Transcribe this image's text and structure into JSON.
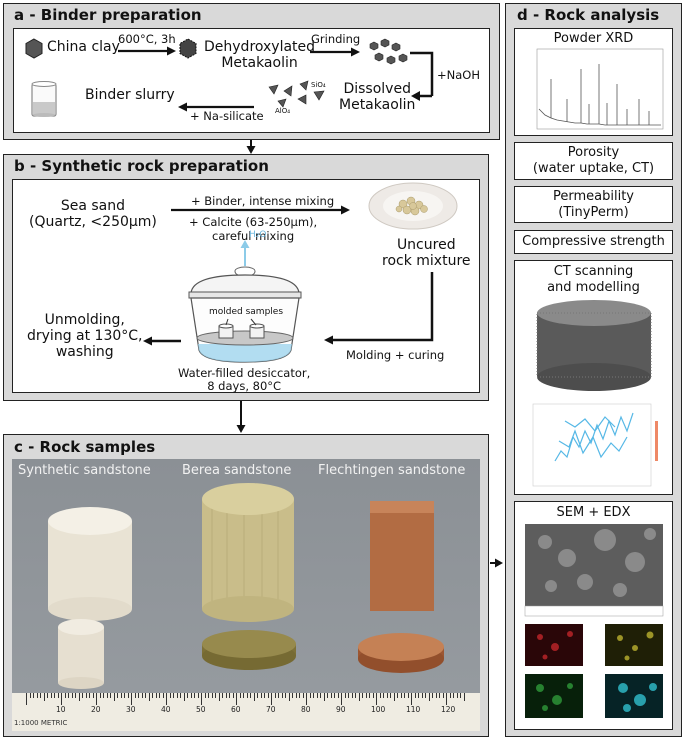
{
  "panel_a": {
    "title": "a - Binder preparation",
    "china_clay": "China clay",
    "heat_condition": "600°C, 3h",
    "dehydroxylated_line1": "Dehydroxylated",
    "dehydroxylated_line2": "Metakaolin",
    "grinding": "Grinding",
    "naoh": "+NaOH",
    "dissolved_line1": "Dissolved",
    "dissolved_line2": "Metakaolin",
    "na_silicate": "+ Na-silicate",
    "binder_slurry": "Binder slurry",
    "sio4": "SiO₄",
    "alo4": "AlO₄"
  },
  "panel_b": {
    "title": "b - Synthetic rock preparation",
    "sea_sand_line1": "Sea sand",
    "sea_sand_line2": "(Quartz, <250μm)",
    "binder_mixing": "+ Binder, intense mixing",
    "calcite_line1": "+ Calcite (63-250μm),",
    "calcite_line2": "careful mixing",
    "uncured_line1": "Uncured",
    "uncured_line2": "rock mixture",
    "h2o": "H₂O",
    "molded_samples": "molded samples",
    "molding_curing": "Molding + curing",
    "unmolding_line1": "Unmolding,",
    "unmolding_line2": "drying at 130°C,",
    "unmolding_line3": "washing",
    "desiccator_line1": "Water-filled desiccator,",
    "desiccator_line2": "8 days, 80°C"
  },
  "panel_c": {
    "title": "c - Rock samples",
    "labels": [
      "Synthetic sandstone",
      "Berea sandstone",
      "Flechtingen sandstone"
    ],
    "ruler_numbers": [
      "10",
      "20",
      "30",
      "40",
      "50",
      "60",
      "70",
      "80",
      "90",
      "100",
      "110",
      "120"
    ],
    "ruler_caption": "1:1000 METRIC"
  },
  "panel_d": {
    "title": "d - Rock analysis",
    "powder_xrd": "Powder XRD",
    "porosity_line1": "Porosity",
    "porosity_line2": "(water uptake, CT)",
    "permeability_line1": "Permeability",
    "permeability_line2": "(TinyPerm)",
    "compressive": "Compressive strength",
    "ct_line1": "CT scanning",
    "ct_line2": "and modelling",
    "sem": "SEM + EDX"
  },
  "colors": {
    "panel_bg": "#d9d9d9",
    "synthetic": "#ece6d8",
    "berea": "#cfc492",
    "flechtingen": "#b8734a",
    "background_grey": "#8d9196",
    "water_blue": "#9fd4ee"
  }
}
